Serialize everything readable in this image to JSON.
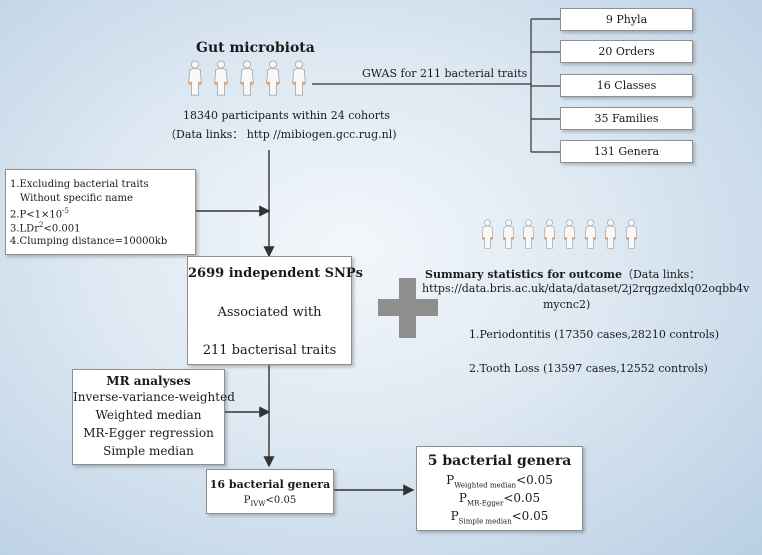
{
  "top": {
    "title": "Gut microbiota",
    "participants": "18340 participants within 24 cohorts",
    "data_links": "（Data links： http //mibiogen.gcc.rug.nl)",
    "gwas_label": "GWAS for 211 bacterial traits"
  },
  "taxa": [
    "9 Phyla",
    "20 Orders",
    "16 Classes",
    "35 Families",
    "131 Genera"
  ],
  "criteria": {
    "line1a": "1.Excluding bacterial traits",
    "line1b": "Without specific name",
    "line2_pre": "2.P<1×10",
    "line2_sup": "-5",
    "line3_pre": "3.LDr",
    "line3_sup": "2",
    "line3_post": "<0.001",
    "line4": "4.Clumping distance=10000kb"
  },
  "snp_box": {
    "title": "2699 independent SNPs",
    "line2": "Associated with",
    "line3": "211 bacterisal traits"
  },
  "outcome": {
    "title": "Summary statistics for outcome",
    "title_suffix": "（Data links：",
    "url1": "https://data.bris.ac.uk/data/dataset/2j2rqgzedxlq02oqbb4v",
    "url2": "mycnc2)",
    "item1": "1.Periodontitis (17350 cases,28210 controls)",
    "item2": "2.Tooth Loss (13597 cases,12552 controls)"
  },
  "mr_box": {
    "title": "MR analyses",
    "methods": [
      "Inverse-variance-weighted",
      "Weighted median",
      "MR-Egger regression",
      "Simple median"
    ]
  },
  "genera16": {
    "title": "16 bacterial genera",
    "p_main": "P",
    "p_sub": "IVW",
    "p_rest": "<0.05"
  },
  "genera5": {
    "title": "5 bacterial genera",
    "rows": [
      {
        "p": "P",
        "sub": "Weighted median",
        "rest": "<0.05"
      },
      {
        "p": "P",
        "sub": "MR-Egger",
        "rest": "<0.05"
      },
      {
        "p": "P",
        "sub": "Simple median",
        "rest": "<0.05"
      }
    ]
  },
  "colors": {
    "plus": "#8e8e8e",
    "line": "#333333",
    "person_fill": "#f8f8f8",
    "person_accent": "#e2a070"
  }
}
